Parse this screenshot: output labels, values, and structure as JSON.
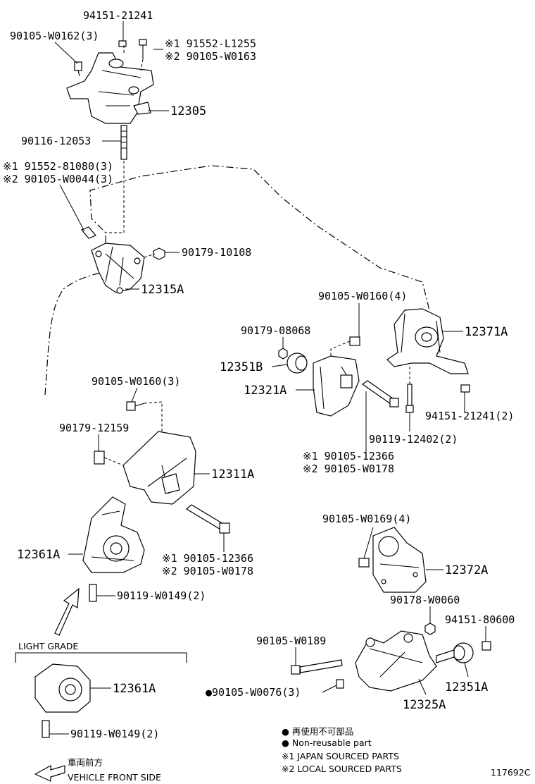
{
  "labels": {
    "p94151_21241": "94151-21241",
    "p90105_W0162": "90105-W0162(3)",
    "p91552_L1255": "※1 91552-L1255",
    "p90105_W0163": "※2 90105-W0163",
    "p12305": "12305",
    "p90116_12053": "90116-12053",
    "p91552_81080": "※1 91552-81080(3)",
    "p90105_W0044": "※2 90105-W0044(3)",
    "p90179_10108": "90179-10108",
    "p12315A": "12315A",
    "p90105_W0160_4": "90105-W0160(4)",
    "p90179_08068": "90179-08068",
    "p12371A": "12371A",
    "p12351B": "12351B",
    "p12321A": "12321A",
    "p94151_21241_2": "94151-21241(2)",
    "p90119_12402": "90119-12402(2)",
    "p90105_12366_a": "※1 90105-12366",
    "p90105_W0178_a": "※2 90105-W0178",
    "p90105_W0160_3": "90105-W0160(3)",
    "p90179_12159": "90179-12159",
    "p12311A": "12311A",
    "p12361A": "12361A",
    "p90105_12366_b": "※1 90105-12366",
    "p90105_W0178_b": "※2 90105-W0178",
    "p90119_W0149_a": "90119-W0149(2)",
    "p90105_W0169": "90105-W0169(4)",
    "p12372A": "12372A",
    "p90178_W0060": "90178-W0060",
    "p94151_80600": "94151-80600",
    "p90105_W0189": "90105-W0189",
    "p12351A": "12351A",
    "p90105_W0076": "●90105-W0076(3)",
    "p12325A": "12325A",
    "light_grade": "LIGHT GRADE",
    "p12361A_lg": "12361A",
    "p90119_W0149_b": "90119-W0149(2)"
  },
  "legend": {
    "non_reusable_jp": "● 再使用不可部品",
    "non_reusable_en": "● Non-reusable part",
    "japan_sourced": "※1 JAPAN SOURCED PARTS",
    "local_sourced": "※2 LOCAL SOURCED PARTS"
  },
  "footer": {
    "front_jp": "車両前方",
    "front_en": "VEHICLE FRONT SIDE",
    "diagram_id": "117692C"
  }
}
